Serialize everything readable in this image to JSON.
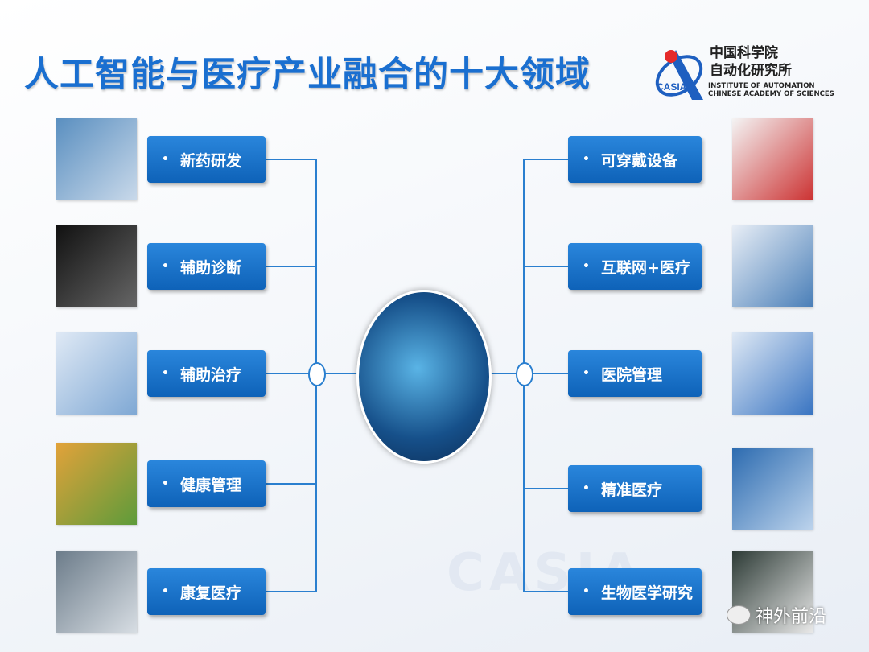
{
  "title": "人工智能与医疗产业融合的十大领域",
  "logo": {
    "cn_line1": "中国科学院",
    "cn_line2": "自动化研究所",
    "en_line1": "INSTITUTE OF AUTOMATION",
    "en_line2": "CHINESE ACADEMY OF SCIENCES",
    "mark": "CASIA"
  },
  "bullet": "•",
  "left_items": [
    {
      "label": "新药研发",
      "image": "drug-research-photo"
    },
    {
      "label": "辅助诊断",
      "image": "medical-scan-photo"
    },
    {
      "label": "辅助治疗",
      "image": "stethoscope-photo"
    },
    {
      "label": "健康管理",
      "image": "healthy-food-photo"
    },
    {
      "label": "康复医疗",
      "image": "rehabilitation-photo"
    }
  ],
  "right_items": [
    {
      "label": "可穿戴设备",
      "image": "wearables-photo"
    },
    {
      "label": "互联网+医疗",
      "image": "internet-medical-chart"
    },
    {
      "label": "医院管理",
      "image": "hospital-management-diagram"
    },
    {
      "label": "精准医疗",
      "image": "dna-photo"
    },
    {
      "label": "生物医学研究",
      "image": "doctor-photo"
    }
  ],
  "watermark": "CASIA",
  "brand": "神外前沿",
  "colors": {
    "title": "#1a6fd0",
    "box": "#1a73c8",
    "line": "#2a7fcf"
  }
}
